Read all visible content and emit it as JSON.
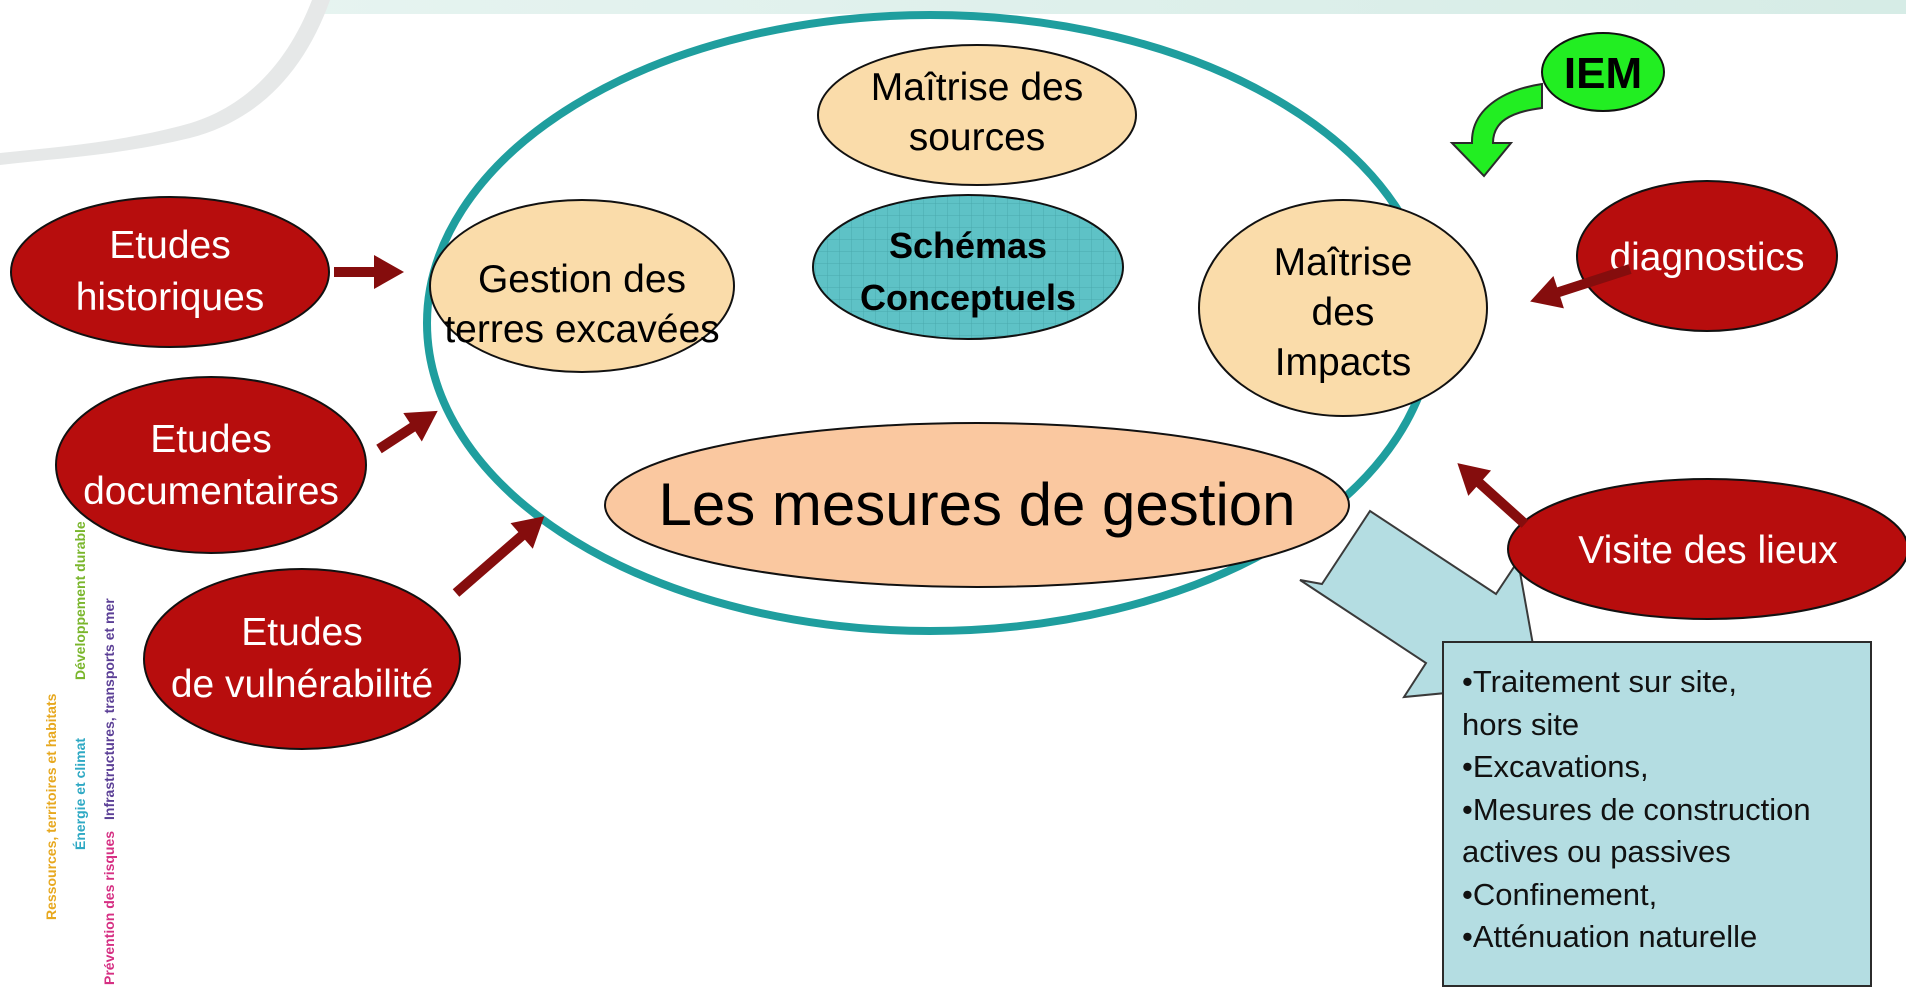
{
  "colors": {
    "big_ellipse_stroke": "#1f9e9e",
    "red_node_fill": "#b70d0d",
    "tan_node_fill": "#fadcaa",
    "center_fill": "#5ec2c6",
    "iem_fill": "#22ee22",
    "arrow": "#850d0d",
    "box_fill": "#b4dde2"
  },
  "center": {
    "line1": "Schémas",
    "line2": "Conceptuels"
  },
  "tan_nodes": {
    "sources": {
      "line1": "Maîtrise des",
      "line2": "sources"
    },
    "terres": {
      "line1": "Gestion des",
      "line2": "terres excavées"
    },
    "impacts": {
      "line1": "Maîtrise",
      "line2": "des",
      "line3": "Impacts"
    },
    "mesures": {
      "label": "Les mesures de gestion"
    }
  },
  "red_nodes": {
    "historiques": {
      "line1": "Etudes",
      "line2": "historiques"
    },
    "documentaires": {
      "line1": "Etudes",
      "line2": "documentaires"
    },
    "vulnerabilite": {
      "line1": "Etudes",
      "line2": "de vulnérabilité"
    },
    "diagnostics": {
      "label": "diagnostics"
    },
    "visite": {
      "label": "Visite des lieux"
    }
  },
  "iem": {
    "label": "IEM"
  },
  "result_box": {
    "lines": [
      "•Traitement sur site,",
      "hors site",
      "•Excavations,",
      "•Mesures de construction",
      "actives ou passives",
      "•Confinement,",
      "•Atténuation naturelle"
    ]
  },
  "logo_words": [
    "Ressources, territoires et habitats",
    "Énergie et climat",
    "Développement durable",
    "Prévention des risques",
    "Infrastructures, transports et mer"
  ]
}
